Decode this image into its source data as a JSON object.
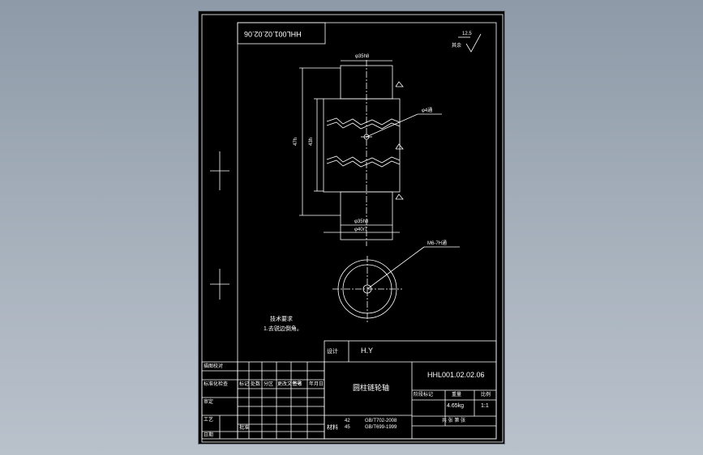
{
  "drawing": {
    "code_box": "HHL001.02.02.06",
    "roughness": {
      "value": "12.5",
      "note": "其余"
    },
    "dim_shaft_top": "φ35h8",
    "dim_groove": "φ4通",
    "dim_length_outer": "47h",
    "dim_length_inner": "43h",
    "dim_shaft_bottom": "φ35h8",
    "dim_shaft_dia": "φ40r7",
    "dim_thread": "M6-7H通",
    "tech_req_title": "技术要求",
    "tech_req_item": "1.去锐边倒角。"
  },
  "title_block": {
    "designer_label": "设计",
    "designer_name": "H.Y",
    "part_name": "圆柱链轮轴",
    "drawing_number": "HHL001.02.02.06",
    "weight": "4.65kg",
    "scale": "1:1",
    "material_label": "材料",
    "mat_line1_a": "42",
    "mat_line1_b": "GB/T702-2008",
    "mat_line2_a": "45",
    "mat_line2_b": "GB/T699-1999",
    "left_labels": [
      "描图校对",
      "标准化检查",
      "审定",
      "工艺",
      "日期"
    ],
    "row_labels": [
      "标记",
      "处数",
      "分区",
      "更改文件号",
      "签名",
      "年月日"
    ],
    "stage_label": "阶段标记",
    "weight_label": "重量",
    "scale_label": "比例",
    "sheet_label": "共 张 第 张",
    "approve_label": "批准"
  }
}
